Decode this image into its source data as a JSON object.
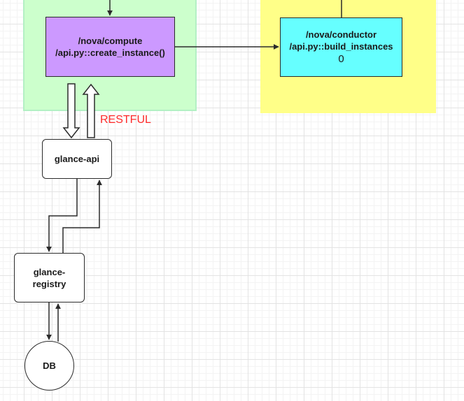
{
  "diagram": {
    "nodes": {
      "compute": {
        "line1": "/nova/compute",
        "line2": "/api.py::create_instance()",
        "fill": "#cc99ff"
      },
      "conductor": {
        "line1": "/nova/conductor",
        "line2": "/api.py::build_instances",
        "line3": "0",
        "fill": "#66ffff"
      },
      "glance_api": {
        "label": "glance-api"
      },
      "glance_registry": {
        "line1": "glance-",
        "line2": "registry"
      },
      "db": {
        "label": "DB"
      }
    },
    "edge_labels": {
      "restful": "RESTFUL"
    },
    "colors": {
      "green_group": "#ccffcc",
      "yellow_group": "#ffff88",
      "edge_label": "#ff2a2a",
      "stroke": "#2b2b2b"
    }
  }
}
